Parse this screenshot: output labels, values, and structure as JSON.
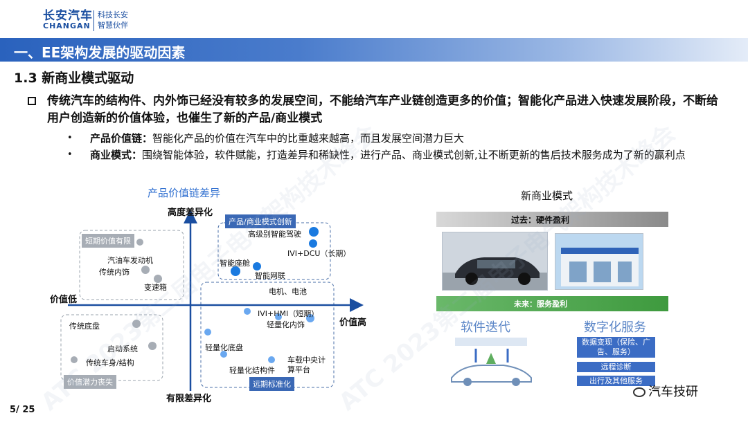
{
  "brand": {
    "name_cn": "长安汽车",
    "name_en": "CHANGAN",
    "slogan_1": "科技长安",
    "slogan_2": "智慧伙伴"
  },
  "section": {
    "title": "一、EE架构发展的驱动因素"
  },
  "subsection": {
    "title": "1.3 新商业模式驱动"
  },
  "main_point": "传统汽车的结构件、内外饰已经没有较多的发展空间，不能给汽车产业链创造更多的价值；智能化产品进入快速发展阶段，不断给用户创造新的价值体验，也催生了新的产品/商业模式",
  "sub_points": [
    {
      "label": "产品价值链：",
      "text": "智能化产品的价值在汽车中的比重越来越高，而且发展空间潜力巨大"
    },
    {
      "label": "商业模式：",
      "text": "围绕智能体验，软件赋能，打造差异和稀缺性，进行产品、商业模式创新,让不断更新的售后技术服务成为了新的赢利点"
    }
  ],
  "value_chart": {
    "title": "产品价值链差异",
    "axis_top": "高度差异化",
    "axis_bottom": "有限差异化",
    "axis_left": "价值低",
    "axis_right": "价值高",
    "tag_innovation": "产品/商业模式创新",
    "tag_short_term": "短期价值有限",
    "tag_potential_loss": "价值潜力丧失",
    "tag_long_term": "远期标准化",
    "items_tr": [
      "高级别智能驾驶",
      "IVI+DCU（长期）",
      "智能座舱",
      "智能网联"
    ],
    "items_tl": [
      "汽油车发动机",
      "传统内饰",
      "变速箱"
    ],
    "items_br": [
      "电机、电池",
      "IVI+HMI（短期）",
      "轻量化内饰",
      "轻量化底盘",
      "轻量化结构件",
      "车载中央计算平台"
    ],
    "items_bl": [
      "传统底盘",
      "启动系统",
      "传统车身/结构"
    ]
  },
  "business_model": {
    "title": "新商业模式",
    "past_label": "过去：硬件盈利",
    "future_label": "未来：服务盈利",
    "software_title": "软件迭代",
    "digital_title": "数字化服务",
    "digital_items": [
      "数据变现（保险、广告、服务）",
      "远程诊断",
      "出行及其他服务"
    ]
  },
  "footer": {
    "page": "5/ 25",
    "wechat": "汽车技研"
  },
  "watermark": "ATC 2023第二届电子电气架构技术峰会",
  "colors": {
    "brand_blue": "#1a4ea0",
    "section_blue": "#2a62bd",
    "chart_title_blue": "#2f6fd0",
    "future_green": "#4aa64a",
    "dot_blue": "#1a7ae0",
    "dot_gray": "#a7adb5"
  }
}
